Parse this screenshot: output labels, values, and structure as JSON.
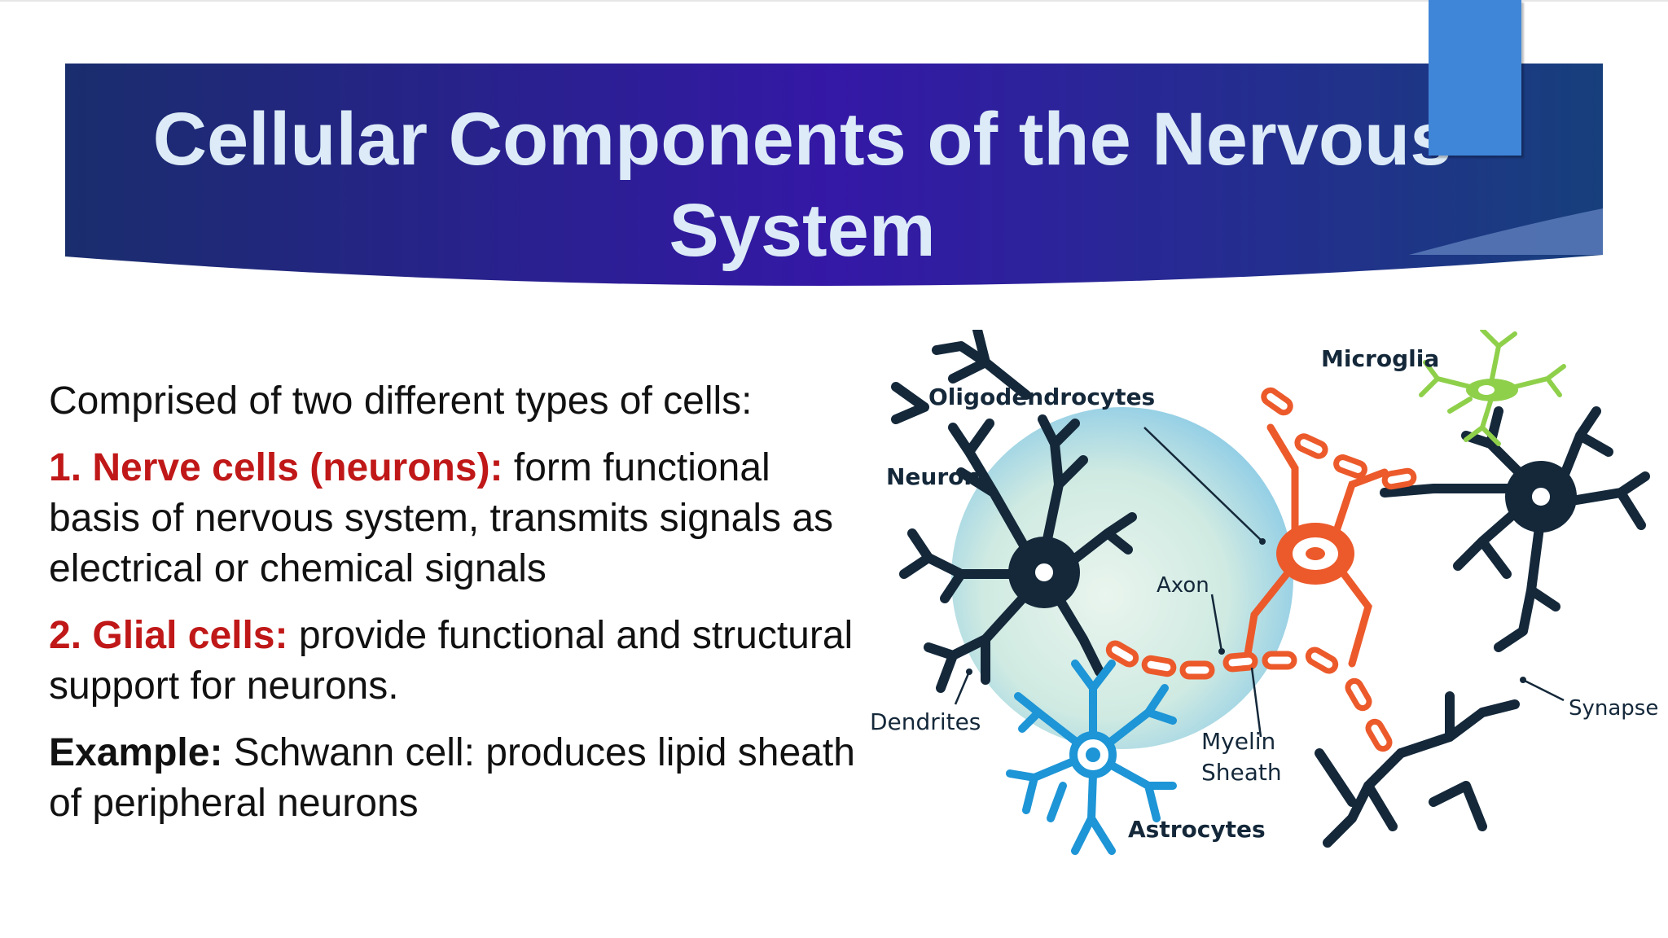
{
  "slide": {
    "title": "Cellular Components of the Nervous System",
    "intro": "Comprised of two different types of cells:",
    "items": [
      {
        "label": "1. Nerve cells (neurons):",
        "text": " form functional basis of nervous system, transmits signals as electrical or chemical signals"
      },
      {
        "label": "2. Glial cells:",
        "text": " provide functional and structural support for neurons."
      }
    ],
    "example": {
      "label": "Example:",
      "text": " Schwann cell: produces lipid sheath of peripheral neurons"
    }
  },
  "diagram": {
    "labels": {
      "oligodendrocytes": "Oligodendrocytes",
      "microglia": "Microglia",
      "neuron": "Neuron",
      "axon": "Axon",
      "dendrites": "Dendrites",
      "myelin_line1": "Myelin",
      "myelin_line2": "Sheath",
      "synapse": "Synapse",
      "astrocytes": "Astrocytes"
    }
  },
  "colors": {
    "title_text": "#dcebf7",
    "banner_left": "#1a2d6d",
    "banner_mid": "#3418a6",
    "banner_right": "#173f7c",
    "accent_rect": "#3f86d8",
    "highlight_red": "#c01818",
    "neuron_navy": "#14283a",
    "oligo_orange": "#ec5a2b",
    "astro_blue": "#1d95d6",
    "microglia_green": "#8fd04b"
  }
}
